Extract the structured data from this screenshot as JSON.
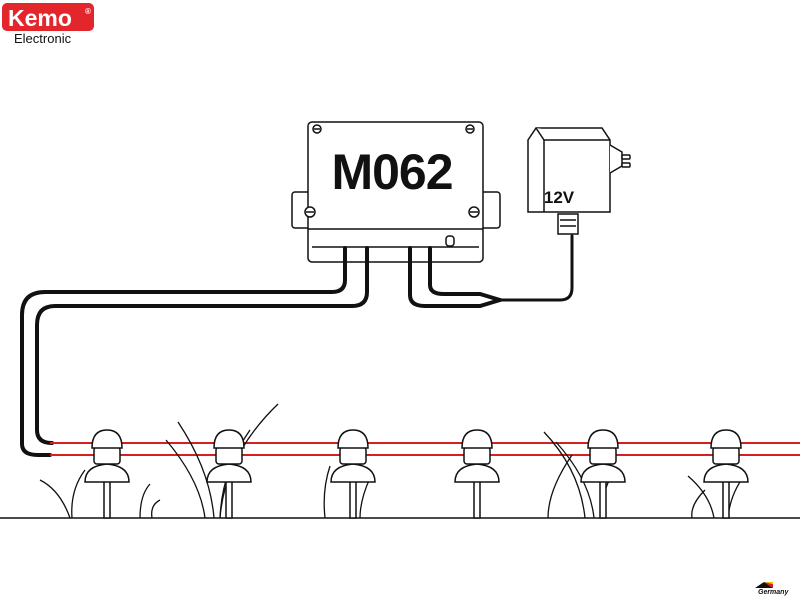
{
  "brand": {
    "name": "Kemo",
    "registered_mark": "®",
    "subtitle": "Electronic",
    "color": "#e3262b"
  },
  "module": {
    "label": "M062"
  },
  "power_supply": {
    "label": "12V"
  },
  "footer": {
    "country": "Germany"
  },
  "colors": {
    "cable": "#111111",
    "light_wire": "#d42020",
    "outline": "#111111"
  },
  "icons": [
    "garden-light-icon",
    "grass-icon",
    "power-adapter-icon",
    "germany-flag-icon"
  ],
  "garden_light_count": 6
}
